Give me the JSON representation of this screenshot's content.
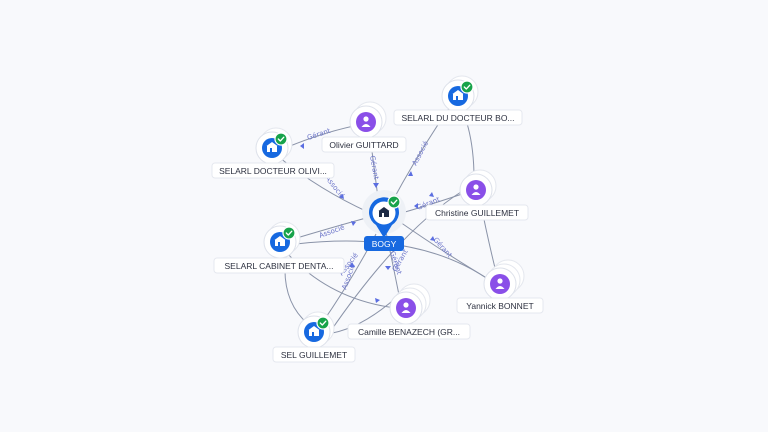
{
  "graph": {
    "center": {
      "id": "bogy",
      "label": "BOGY",
      "kind": "company",
      "verified": true
    },
    "nodes": [
      {
        "id": "guittard",
        "label": "Olivier GUITTARD",
        "kind": "person",
        "verified": false
      },
      {
        "id": "selarl_docteur_bo",
        "label": "SELARL DU DOCTEUR BO...",
        "kind": "company",
        "verified": true
      },
      {
        "id": "selarl_docteur_olivi",
        "label": "SELARL DOCTEUR OLIVI...",
        "kind": "company",
        "verified": true
      },
      {
        "id": "christine",
        "label": "Christine GUILLEMET",
        "kind": "person",
        "verified": false
      },
      {
        "id": "selarl_cabinet",
        "label": "SELARL CABINET DENTA...",
        "kind": "company",
        "verified": true
      },
      {
        "id": "yannick",
        "label": "Yannick BONNET",
        "kind": "person",
        "verified": false
      },
      {
        "id": "camille",
        "label": "Camille BENAZECH (GR...",
        "kind": "person",
        "verified": false
      },
      {
        "id": "sel_guillemet",
        "label": "SEL GUILLEMET",
        "kind": "company",
        "verified": true
      }
    ],
    "edge_labels": {
      "gerant": "Gérant",
      "associe": "Associé"
    },
    "edges": [
      {
        "from": "guittard",
        "to": "selarl_docteur_olivi",
        "label": "Gérant"
      },
      {
        "from": "guittard",
        "to": "bogy",
        "label": "Gérant"
      },
      {
        "from": "selarl_docteur_bo",
        "to": "bogy",
        "label": "Associé"
      },
      {
        "from": "selarl_docteur_olivi",
        "to": "bogy",
        "label": "Associé"
      },
      {
        "from": "christine",
        "to": "bogy",
        "label": "Gérant"
      },
      {
        "from": "selarl_cabinet",
        "to": "bogy",
        "label": "Associé"
      },
      {
        "from": "yannick",
        "to": "bogy",
        "label": "Gérant"
      },
      {
        "from": "camille",
        "to": "bogy",
        "label": "Gérant"
      },
      {
        "from": "sel_guillemet",
        "to": "bogy",
        "label": "Associé"
      },
      {
        "from": "christine",
        "to": "selarl_docteur_bo",
        "label": ""
      },
      {
        "from": "christine",
        "to": "yannick",
        "label": ""
      },
      {
        "from": "christine",
        "to": "sel_guillemet",
        "label": "Gérant"
      },
      {
        "from": "selarl_cabinet",
        "to": "camille",
        "label": ""
      },
      {
        "from": "selarl_cabinet",
        "to": "yannick",
        "label": ""
      },
      {
        "from": "camille",
        "to": "sel_guillemet",
        "label": ""
      },
      {
        "from": "selarl_cabinet",
        "to": "sel_guillemet",
        "label": "Associé"
      }
    ]
  }
}
